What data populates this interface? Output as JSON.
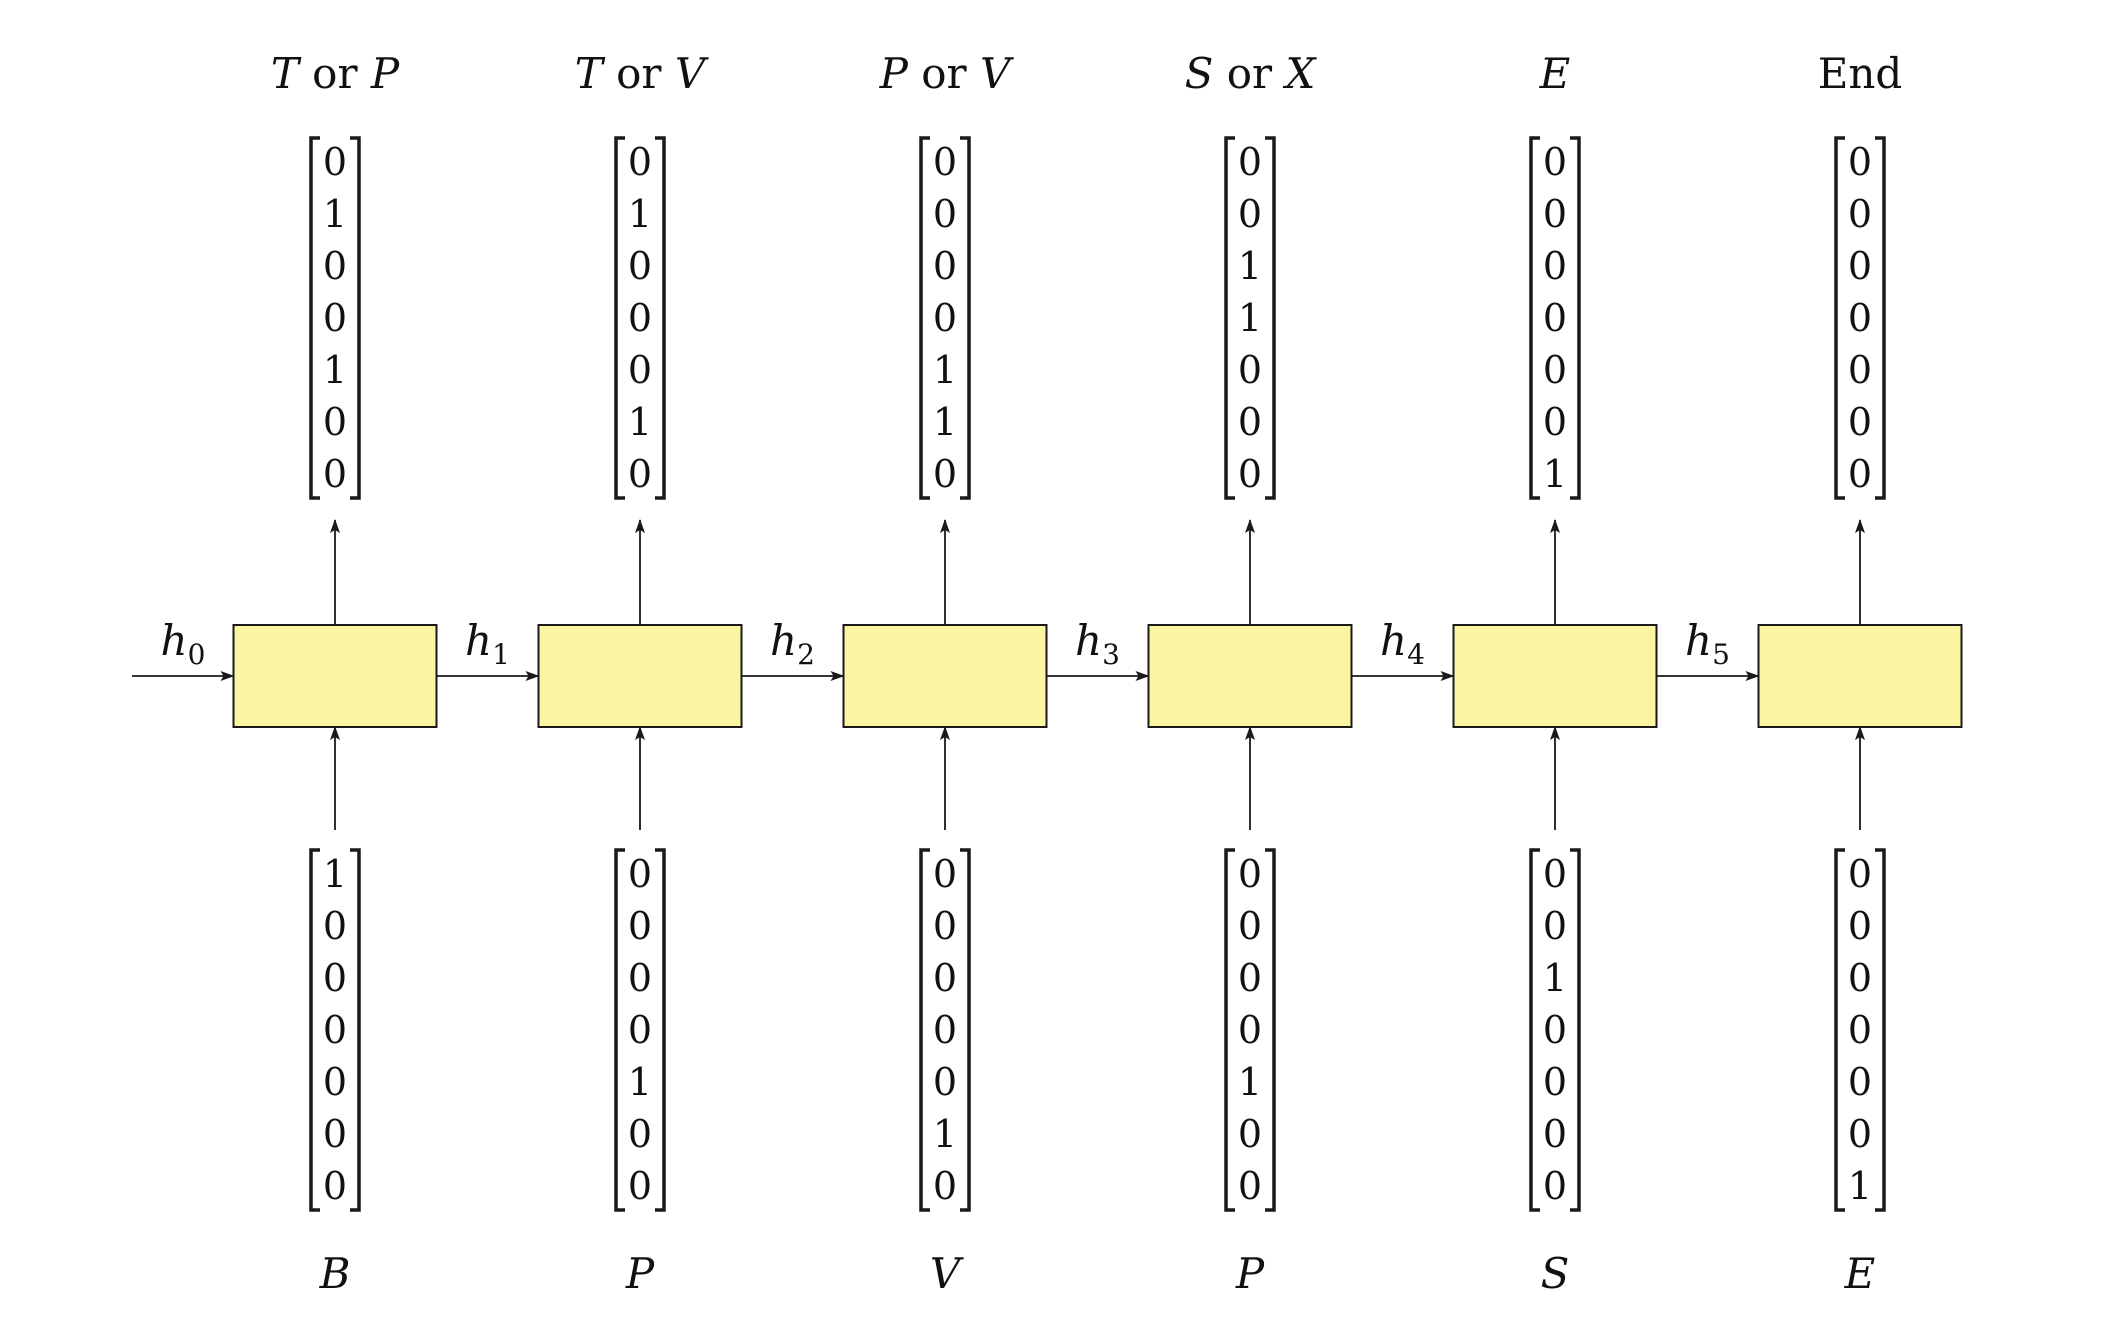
{
  "diagram": {
    "initial_hidden": {
      "symbol": "h",
      "index": "0"
    },
    "timesteps": [
      {
        "input_symbol": "B",
        "input_vector": [
          1,
          0,
          0,
          0,
          0,
          0,
          0
        ],
        "output_vector": [
          0,
          1,
          0,
          0,
          1,
          0,
          0
        ],
        "output_label": [
          {
            "text": "T",
            "italic": true
          },
          {
            "text": " or ",
            "italic": false
          },
          {
            "text": "P",
            "italic": true
          }
        ],
        "hidden_out": {
          "symbol": "h",
          "index": "1"
        }
      },
      {
        "input_symbol": "P",
        "input_vector": [
          0,
          0,
          0,
          0,
          1,
          0,
          0
        ],
        "output_vector": [
          0,
          1,
          0,
          0,
          0,
          1,
          0
        ],
        "output_label": [
          {
            "text": "T",
            "italic": true
          },
          {
            "text": " or ",
            "italic": false
          },
          {
            "text": "V",
            "italic": true
          }
        ],
        "hidden_out": {
          "symbol": "h",
          "index": "2"
        }
      },
      {
        "input_symbol": "V",
        "input_vector": [
          0,
          0,
          0,
          0,
          0,
          1,
          0
        ],
        "output_vector": [
          0,
          0,
          0,
          0,
          1,
          1,
          0
        ],
        "output_label": [
          {
            "text": "P",
            "italic": true
          },
          {
            "text": " or ",
            "italic": false
          },
          {
            "text": "V",
            "italic": true
          }
        ],
        "hidden_out": {
          "symbol": "h",
          "index": "3"
        }
      },
      {
        "input_symbol": "P",
        "input_vector": [
          0,
          0,
          0,
          0,
          1,
          0,
          0
        ],
        "output_vector": [
          0,
          0,
          1,
          1,
          0,
          0,
          0
        ],
        "output_label": [
          {
            "text": "S",
            "italic": true
          },
          {
            "text": " or ",
            "italic": false
          },
          {
            "text": "X",
            "italic": true
          }
        ],
        "hidden_out": {
          "symbol": "h",
          "index": "4"
        }
      },
      {
        "input_symbol": "S",
        "input_vector": [
          0,
          0,
          1,
          0,
          0,
          0,
          0
        ],
        "output_vector": [
          0,
          0,
          0,
          0,
          0,
          0,
          1
        ],
        "output_label": [
          {
            "text": "E",
            "italic": true
          }
        ],
        "hidden_out": {
          "symbol": "h",
          "index": "5"
        }
      },
      {
        "input_symbol": "E",
        "input_vector": [
          0,
          0,
          0,
          0,
          0,
          0,
          1
        ],
        "output_vector": [
          0,
          0,
          0,
          0,
          0,
          0,
          0
        ],
        "output_label": [
          {
            "text": "End",
            "italic": false
          }
        ],
        "hidden_out": null
      }
    ],
    "colors": {
      "cell_fill": "#fbf4a1",
      "stroke": "#1a1a1a",
      "text": "#111111"
    }
  }
}
